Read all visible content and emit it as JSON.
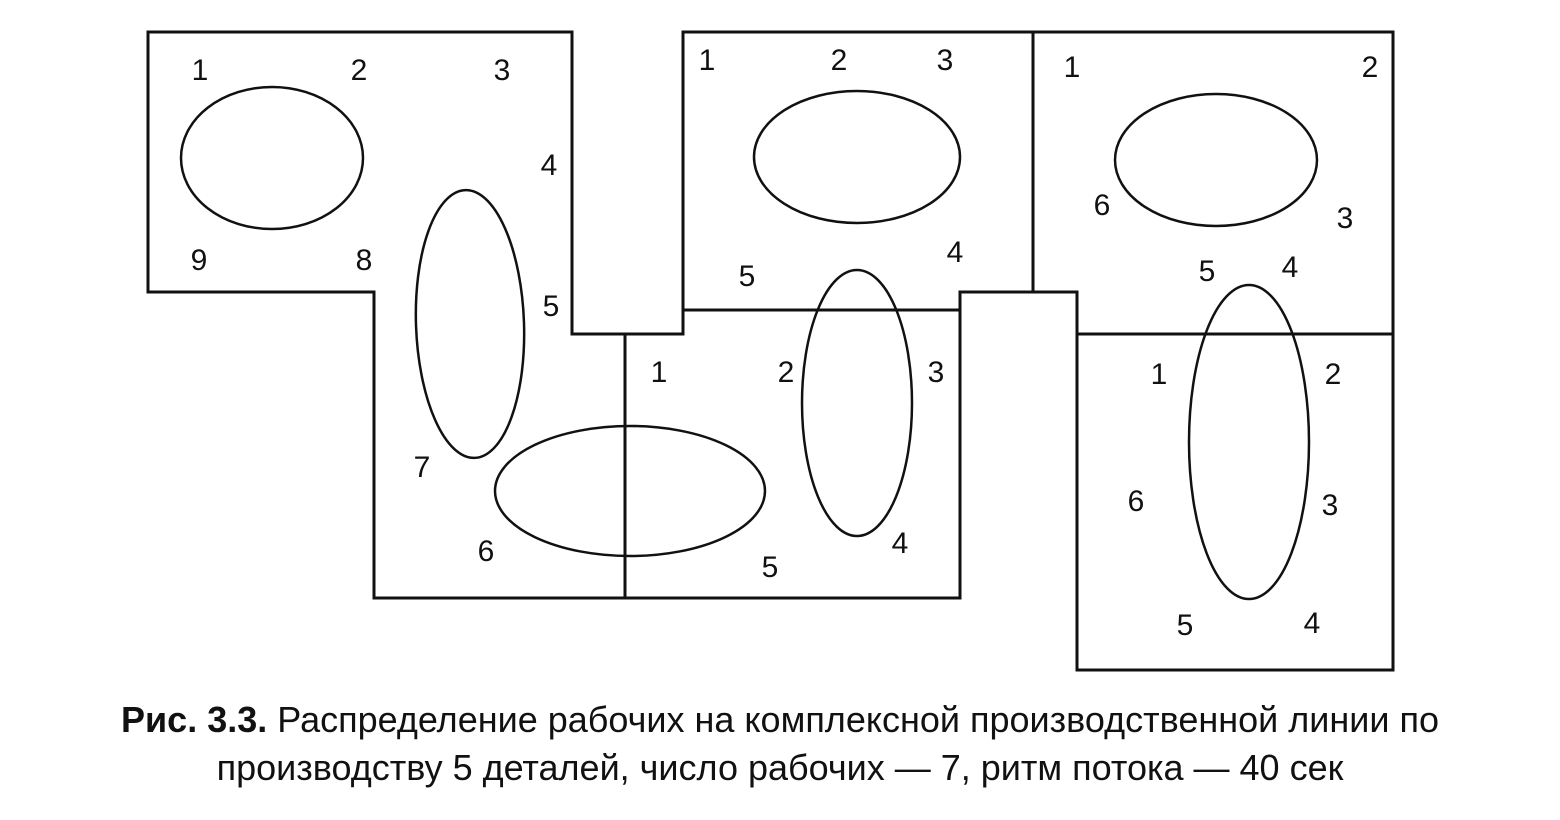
{
  "figure": {
    "zone1_labels": [
      "1",
      "2",
      "3",
      "4",
      "5",
      "7",
      "6",
      "9",
      "8"
    ],
    "zone2_labels": [
      "1",
      "2",
      "3",
      "4",
      "5"
    ],
    "zone3_labels": [
      "1",
      "2",
      "3",
      "4",
      "5"
    ],
    "zone4_labels": [
      "1",
      "2",
      "6",
      "3",
      "5",
      "4"
    ],
    "zone5_labels": [
      "1",
      "2",
      "6",
      "3",
      "5",
      "4"
    ]
  },
  "caption": {
    "label": "Рис. 3.3.",
    "line1": "Распределение рабочих на комплексной производственной линии по",
    "line2": "производству 5 деталей, число рабочих — 7, ритм потока — 40 сек"
  }
}
